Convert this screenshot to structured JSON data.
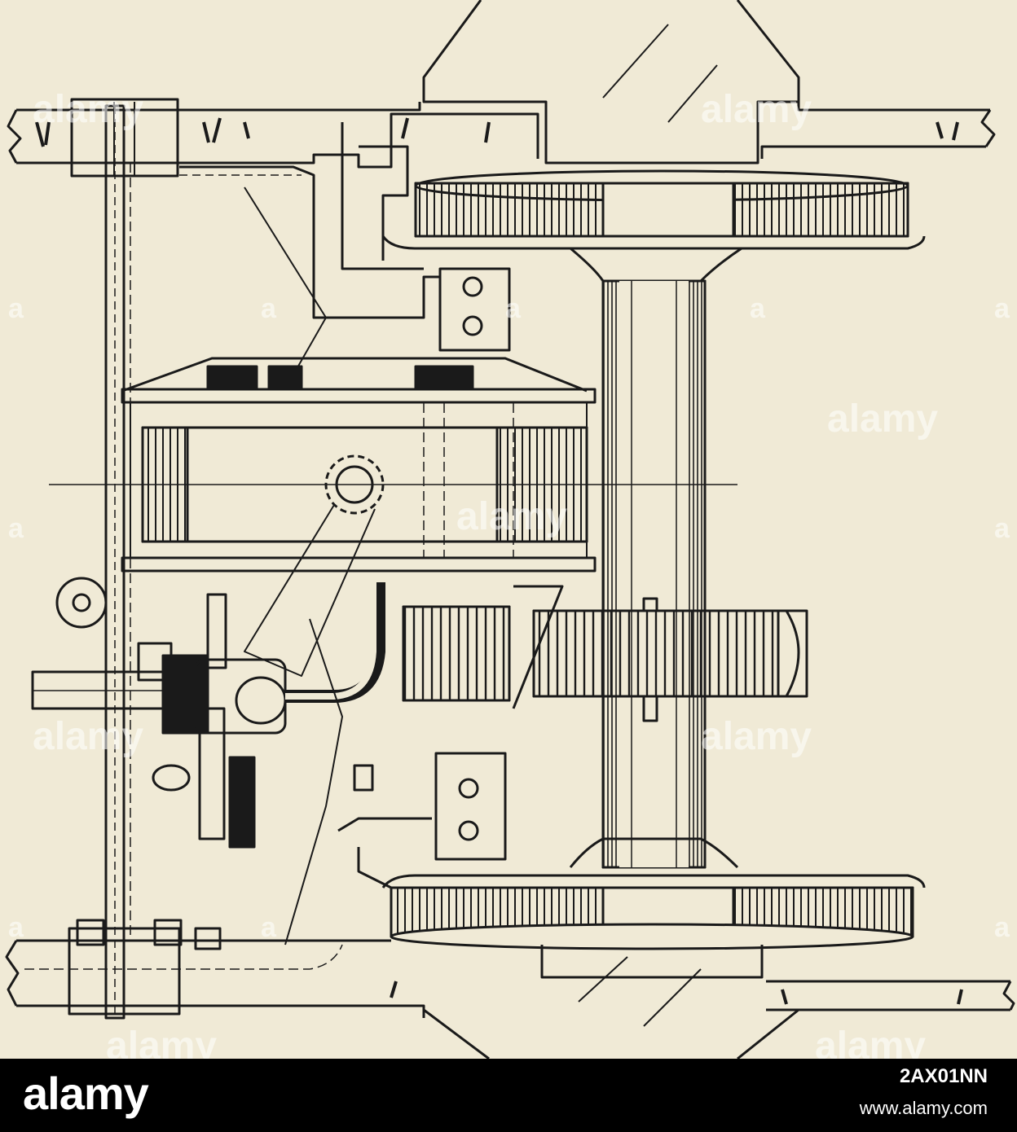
{
  "watermark": {
    "text": "alamy",
    "mark": "a"
  },
  "footer": {
    "brand": "alamy",
    "image_id": "2AX01NN",
    "site": "www.alamy.com",
    "background": "#000000",
    "text_color": "#ffffff"
  },
  "drawing": {
    "subject": "engraving-line-drawing",
    "ink": "#1a1a1a",
    "paper": "#f0ead6"
  }
}
